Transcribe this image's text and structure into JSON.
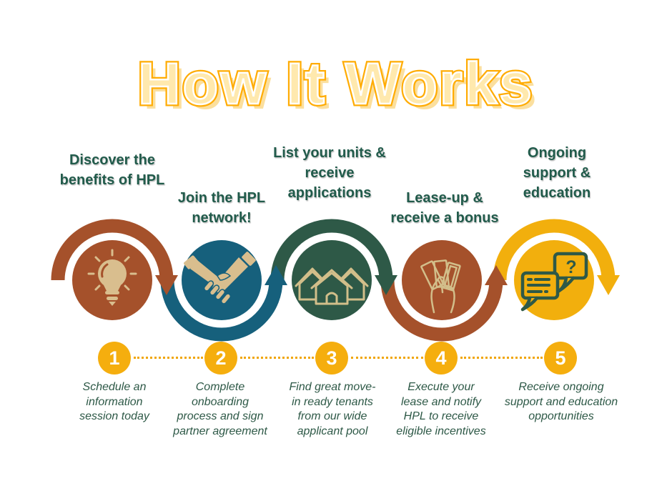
{
  "title": "How It Works",
  "steps": [
    {
      "number": "1",
      "label": "Discover the\nbenefits of HPL",
      "icon": "lightbulb-icon",
      "circle_color": "#A5512B",
      "description": "Schedule an\ninformation\nsession today"
    },
    {
      "number": "2",
      "label": "Join the HPL\nnetwork!",
      "icon": "handshake-icon",
      "circle_color": "#16607C",
      "description": "Complete\nonboarding\nprocess and sign\npartner agreement"
    },
    {
      "number": "3",
      "label": "List your units &\nreceive\napplications",
      "icon": "houses-icon",
      "circle_color": "#2E5947",
      "description": "Find great move-\nin ready tenants\nfrom our wide\napplicant pool"
    },
    {
      "number": "4",
      "label": "Lease-up &\nreceive a bonus",
      "icon": "money-in-hand-icon",
      "circle_color": "#A5512B",
      "description": "Execute your\nlease and notify\nHPL to receive\neligible incentives"
    },
    {
      "number": "5",
      "label": "Ongoing\nsupport &\neducation",
      "icon": "chat-bubbles-icon",
      "circle_color": "#F2AF0D",
      "description": "Receive ongoing\nsupport and education\nopportunities"
    }
  ],
  "colors": {
    "title_fill": "#FFE9AE",
    "title_outline": "#FFAC04",
    "title_shadow": "#FBDF9E",
    "rust": "#A5512B",
    "teal": "#16607C",
    "green": "#2E5947",
    "gold": "#F2AF0D",
    "icon_tan": "#D9BE8E",
    "number_badge_bg": "#F5AE0E",
    "number_badge_text": "#FFFFFF",
    "label_text": "#215B4B",
    "description_text": "#2E5947",
    "dotted_line": "#F0A502",
    "background": "#FFFFFF"
  }
}
